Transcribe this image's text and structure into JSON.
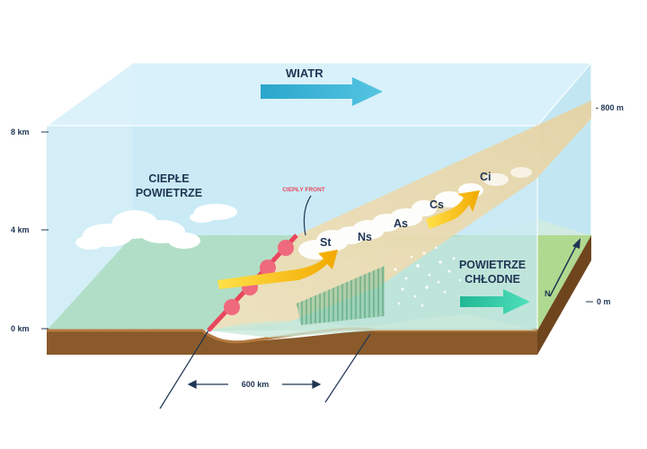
{
  "labels": {
    "wind": "WIATR",
    "warm_air_line1": "CIEPŁE",
    "warm_air_line2": "POWIETRZE",
    "warm_front": "CIEPŁY FRONT",
    "cold_air_line1": "POWIETRZE",
    "cold_air_line2": "CHŁODNE",
    "north": "N",
    "distance": "600 km"
  },
  "clouds": {
    "st": "St",
    "ns": "Ns",
    "as": "As",
    "cs": "Cs",
    "ci": "Ci"
  },
  "left_axis": {
    "top": "8 km",
    "mid": "4 km",
    "bottom": "0 km"
  },
  "right_axis": {
    "top": "- 800 m",
    "bottom": "0 m"
  },
  "colors": {
    "sky": "#bfe6f2",
    "grass": "#7cc142",
    "ground": "#8a5a2b",
    "cold_air": "#d2e7c8",
    "warm_front_line": "#e8455c",
    "wind_arrow": "#3fb3d3",
    "cold_arrow": "#2cc9a5",
    "yellow_arrow": "#f5c518",
    "label_navy": "#1f3553"
  }
}
